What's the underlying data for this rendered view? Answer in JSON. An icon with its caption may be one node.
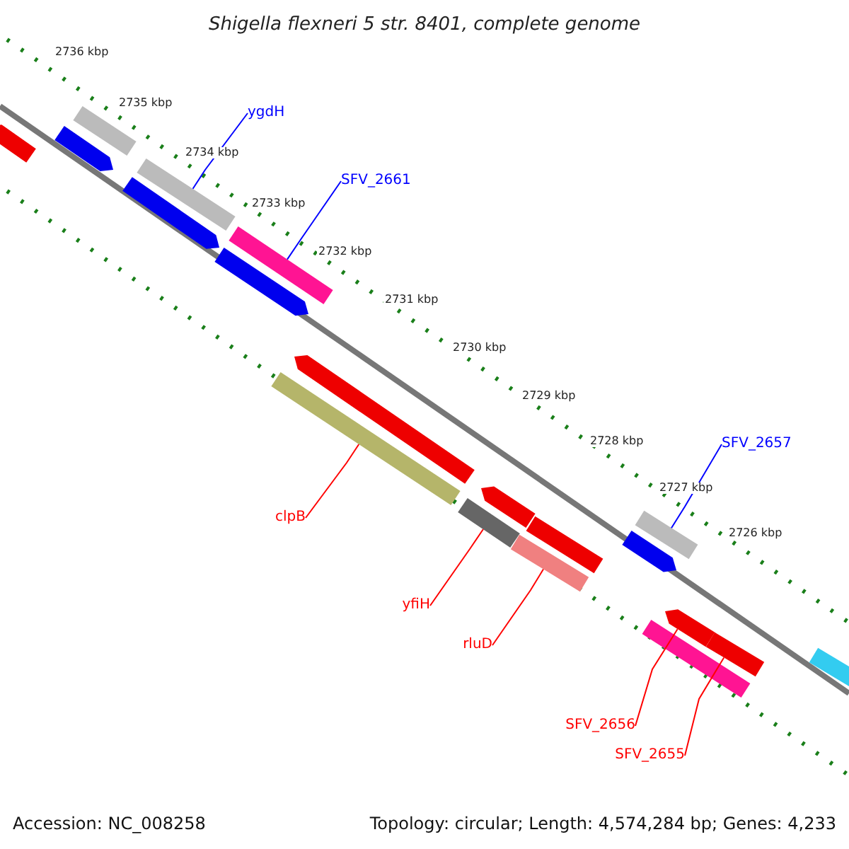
{
  "diagram": {
    "title": "Shigella flexneri 5 str. 8401, complete genome",
    "nodes": [
      {
        "text": [
          "ygdH"
        ]
      },
      {
        "text": [
          "SFV_2661"
        ]
      },
      {
        "text": [
          "SFV_2657"
        ]
      },
      {
        "text": [
          "clpB"
        ]
      },
      {
        "text": [
          "yfiH"
        ]
      },
      {
        "text": [
          "rluD"
        ]
      },
      {
        "text": [
          "SFV_2656"
        ]
      },
      {
        "text": [
          "SFV_2655"
        ]
      },
      {
        "text": [],
        "shape": "arrow"
      },
      {
        "text": [],
        "shape": "arrow"
      },
      {
        "text": [],
        "shape": "bar"
      },
      {
        "text": [],
        "shape": "arrow"
      },
      {
        "text": [],
        "shape": "bar"
      },
      {
        "text": [],
        "shape": "arrow"
      },
      {
        "text": [],
        "shape": "bar"
      },
      {
        "text": [],
        "shape": "bar"
      },
      {
        "text": [],
        "shape": "arrow"
      },
      {
        "text": [],
        "shape": "bar"
      },
      {
        "text": [],
        "shape": "arrow"
      },
      {
        "text": [],
        "shape": "bar"
      },
      {
        "text": [],
        "shape": "bar"
      },
      {
        "text": [],
        "shape": "arrow"
      },
      {
        "text": [],
        "shape": "bar"
      },
      {
        "text": [],
        "shape": "bar"
      },
      {
        "text": [],
        "shape": "arrow"
      },
      {
        "text": [],
        "shape": "bar"
      },
      {
        "text": [],
        "shape": "bar"
      }
    ],
    "edges": [
      {
        "from": 0,
        "to": 12,
        "arrow": "none",
        "color": "#0000ff"
      },
      {
        "from": 1,
        "to": 14,
        "arrow": "none",
        "color": "#0000ff"
      },
      {
        "from": 2,
        "to": 22,
        "arrow": "none",
        "color": "#0000ff"
      },
      {
        "from": 3,
        "to": 15,
        "arrow": "none"
      },
      {
        "from": 4,
        "to": 17,
        "arrow": "none"
      },
      {
        "from": 5,
        "to": 19,
        "arrow": "none"
      },
      {
        "from": 6,
        "to": 24,
        "arrow": "none"
      },
      {
        "from": 7,
        "to": 25,
        "arrow": "none"
      }
    ],
    "labels": [
      "2736 kbp",
      "2735 kbp",
      "2734 kbp",
      "2733 kbp",
      "2732 kbp",
      "2731 kbp",
      "2730 kbp",
      "2729 kbp",
      "2728 kbp",
      "2727 kbp",
      "2726 kbp",
      "Accession: NC_008258",
      "Topology: circular; Length: 4,574,284 bp; Genes: 4,233"
    ]
  }
}
